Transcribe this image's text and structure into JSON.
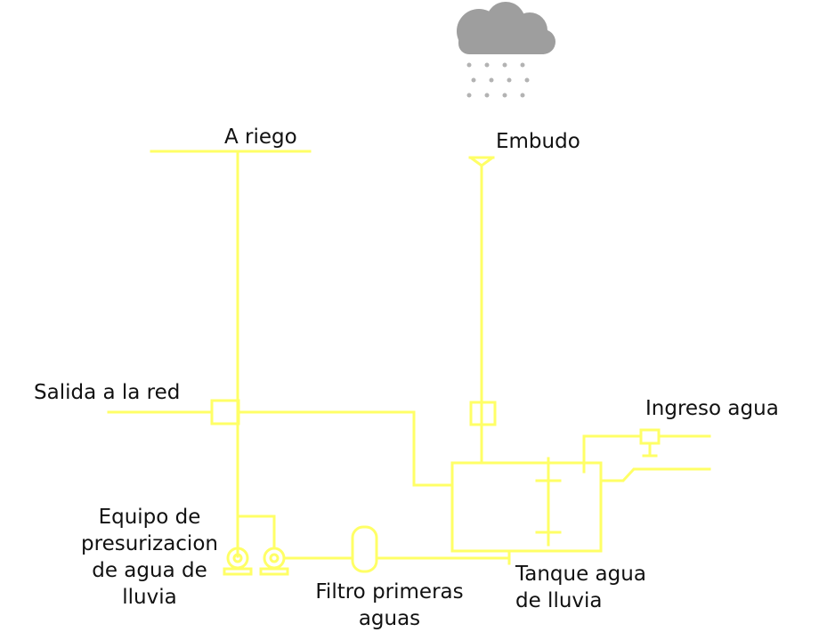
{
  "colors": {
    "pipe": "#FFFF66",
    "cloud": "#9E9E9E",
    "rain": "#B0B0B0",
    "text": "#111111"
  },
  "labels": {
    "a_riego": "A riego",
    "embudo": "Embudo",
    "salida_red": "Salida a la red",
    "ingreso_agua": "Ingreso agua",
    "equipo_presurizacion": "Equipo de\npresurizacion\nde agua de\nlluvia",
    "filtro_primeras_aguas": "Filtro primeras\naguas",
    "tanque_agua_lluvia": "Tanque agua\nde lluvia"
  },
  "icons": [
    "rain-cloud-icon",
    "funnel-icon",
    "pump-icon",
    "valve-icon",
    "filter-icon",
    "tank-icon"
  ]
}
